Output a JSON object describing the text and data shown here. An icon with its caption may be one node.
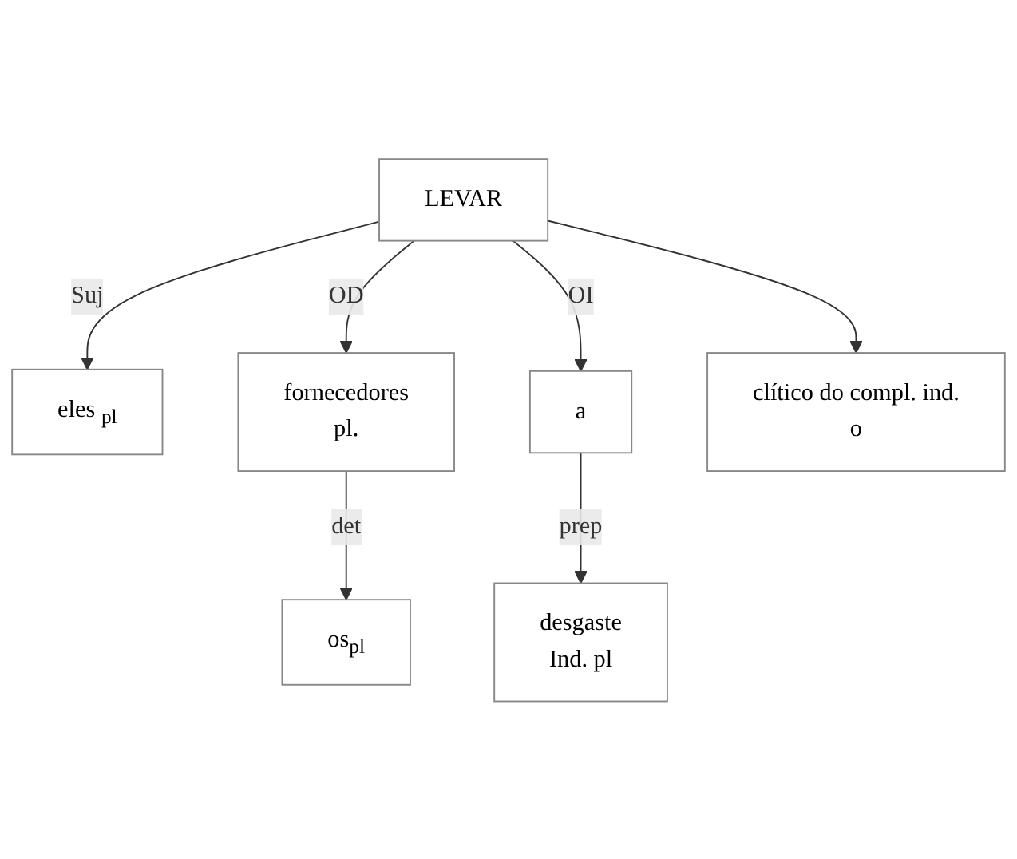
{
  "diagram": {
    "nodes": [
      {
        "text": [
          "LEVAR"
        ]
      },
      {
        "text": [
          "eles $_{pl}$"
        ]
      },
      {
        "text": [
          "fornecedores",
          "pl."
        ]
      },
      {
        "text": [
          "a"
        ]
      },
      {
        "text": [
          "clítico do compl. ind.",
          "o"
        ]
      },
      {
        "text": [
          "desgaste",
          "Ind. pl"
        ]
      },
      {
        "text": [
          "os$_{pl}$"
        ]
      }
    ],
    "edges": [
      {
        "from": 0,
        "to": 1,
        "arrow": "to",
        "label": "Suj"
      },
      {
        "from": 0,
        "to": 2,
        "arrow": "to",
        "label": "OD"
      },
      {
        "from": 0,
        "to": 3,
        "arrow": "to",
        "label": "OI"
      },
      {
        "from": 0,
        "to": 4,
        "arrow": "to"
      },
      {
        "from": 3,
        "to": 5,
        "arrow": "to",
        "label": "prep"
      },
      {
        "from": 2,
        "to": 6,
        "arrow": "to",
        "label": "det"
      }
    ]
  }
}
